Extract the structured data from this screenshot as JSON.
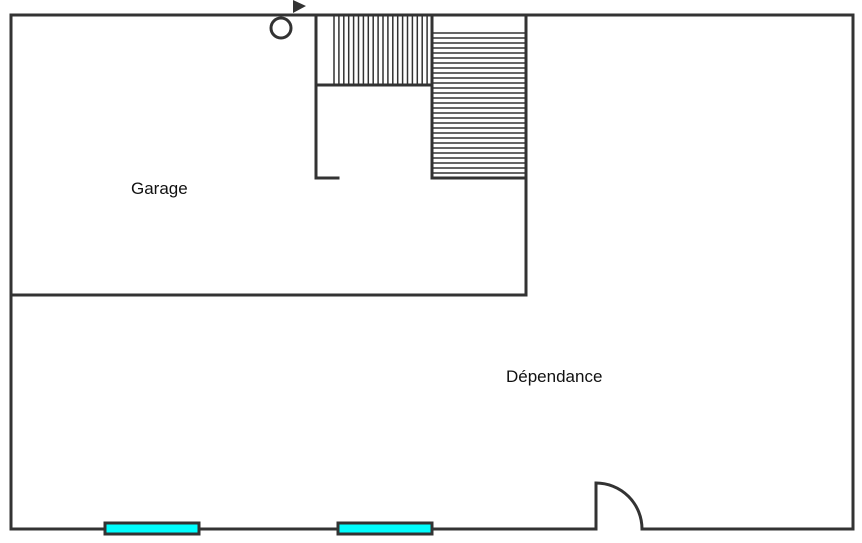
{
  "rooms": [
    {
      "name": "Garage"
    },
    {
      "name": "Dépendance"
    }
  ],
  "colors": {
    "wall": "#333333",
    "window": "#00ffff"
  },
  "stairs": {
    "vertical_treads": 20,
    "horizontal_treads": 29
  }
}
